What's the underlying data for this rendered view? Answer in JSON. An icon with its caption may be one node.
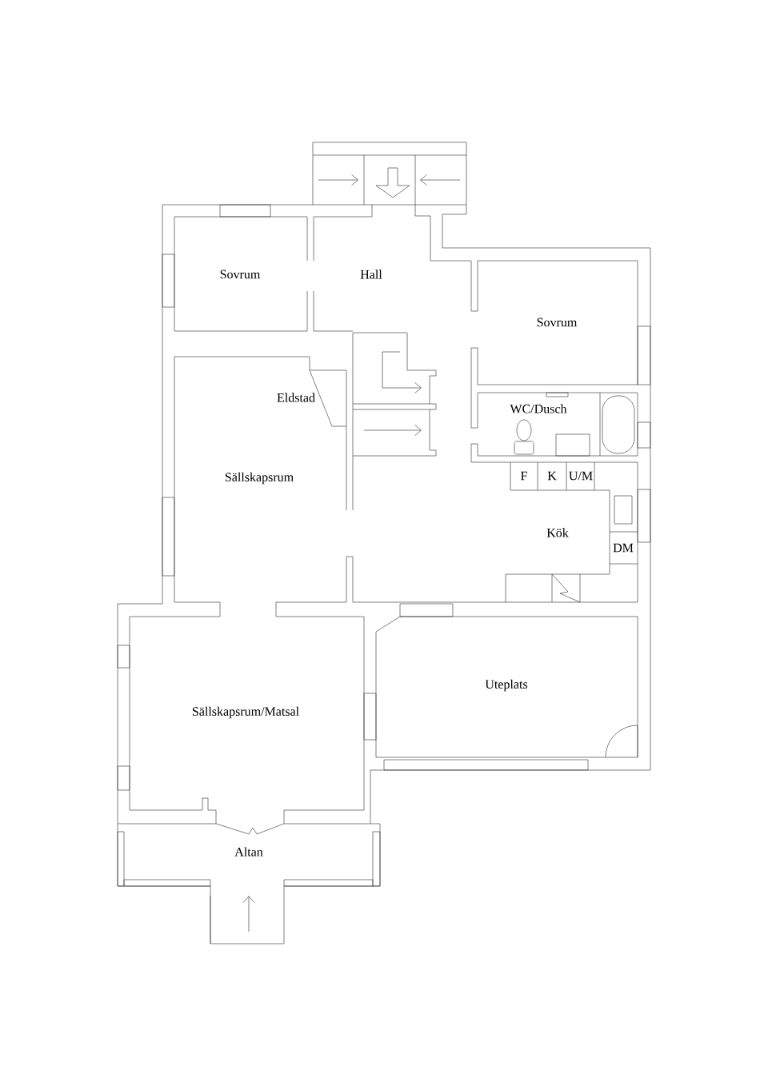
{
  "diagram": {
    "labels": [
      "Sovrum",
      "Hall",
      "Sovrum",
      "Eldstad",
      "WC/Dusch",
      "Sällskapsrum",
      "F",
      "K",
      "U/M",
      "Kök",
      "DM",
      "Uteplats",
      "Sällskapsrum/Matsal",
      "Altan"
    ]
  }
}
